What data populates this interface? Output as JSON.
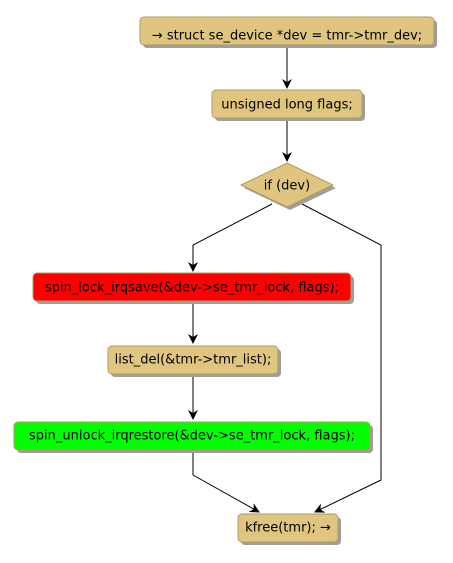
{
  "colors": {
    "default_fill": "#dfc57f",
    "red_fill": "#ff0000",
    "green_fill": "#00ff00",
    "border": "#b39a5a",
    "shadow": "#9e9e9e",
    "edge": "#000000"
  },
  "nodes": {
    "start": {
      "label": "→ struct se_device *dev = tmr->tmr_dev;",
      "fill": "default"
    },
    "flags": {
      "label": "unsigned long flags;",
      "fill": "default"
    },
    "if_dev": {
      "label": "if (dev)",
      "fill": "default"
    },
    "lock": {
      "label": "spin_lock_irqsave(&dev->se_tmr_lock, flags);",
      "fill": "red"
    },
    "listdel": {
      "label": "list_del(&tmr->tmr_list);",
      "fill": "default"
    },
    "unlock": {
      "label": "spin_unlock_irqrestore(&dev->se_tmr_lock, flags);",
      "fill": "green"
    },
    "kfree": {
      "label": "kfree(tmr); →",
      "fill": "default"
    }
  },
  "edges": [
    {
      "from": "start",
      "to": "flags"
    },
    {
      "from": "flags",
      "to": "if_dev"
    },
    {
      "from": "if_dev",
      "to": "lock"
    },
    {
      "from": "if_dev",
      "to": "kfree"
    },
    {
      "from": "lock",
      "to": "listdel"
    },
    {
      "from": "listdel",
      "to": "unlock"
    },
    {
      "from": "unlock",
      "to": "kfree"
    }
  ]
}
